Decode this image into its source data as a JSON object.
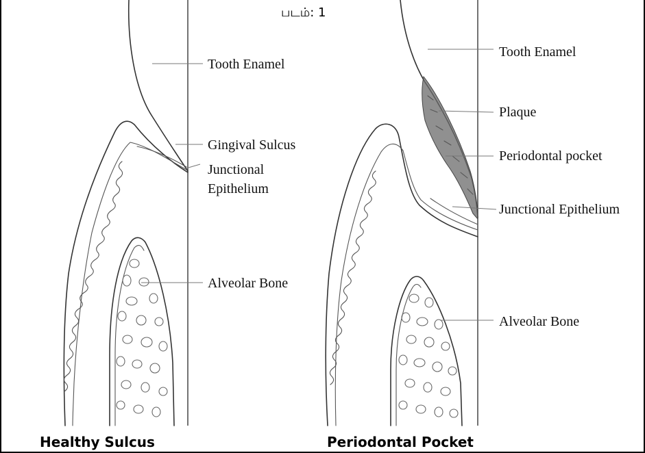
{
  "figure": {
    "title": "படம்: 1",
    "left_panel": {
      "caption": "Healthy Sulcus",
      "labels": {
        "tooth_enamel": "Tooth Enamel",
        "gingival_sulcus": "Gingival Sulcus",
        "junctional_line1": "Junctional",
        "junctional_line2": "Epithelium",
        "alveolar_bone": "Alveolar Bone"
      }
    },
    "right_panel": {
      "caption": "Periodontal Pocket",
      "labels": {
        "tooth_enamel": "Tooth Enamel",
        "plaque": "Plaque",
        "periodontal_pocket": "Periodontal pocket",
        "junctional_epithelium": "Junctional Epithelium",
        "alveolar_bone": "Alveolar Bone"
      }
    },
    "colors": {
      "border": "#000000",
      "ink": "#333333",
      "plaque": "#6b6b6b"
    }
  }
}
